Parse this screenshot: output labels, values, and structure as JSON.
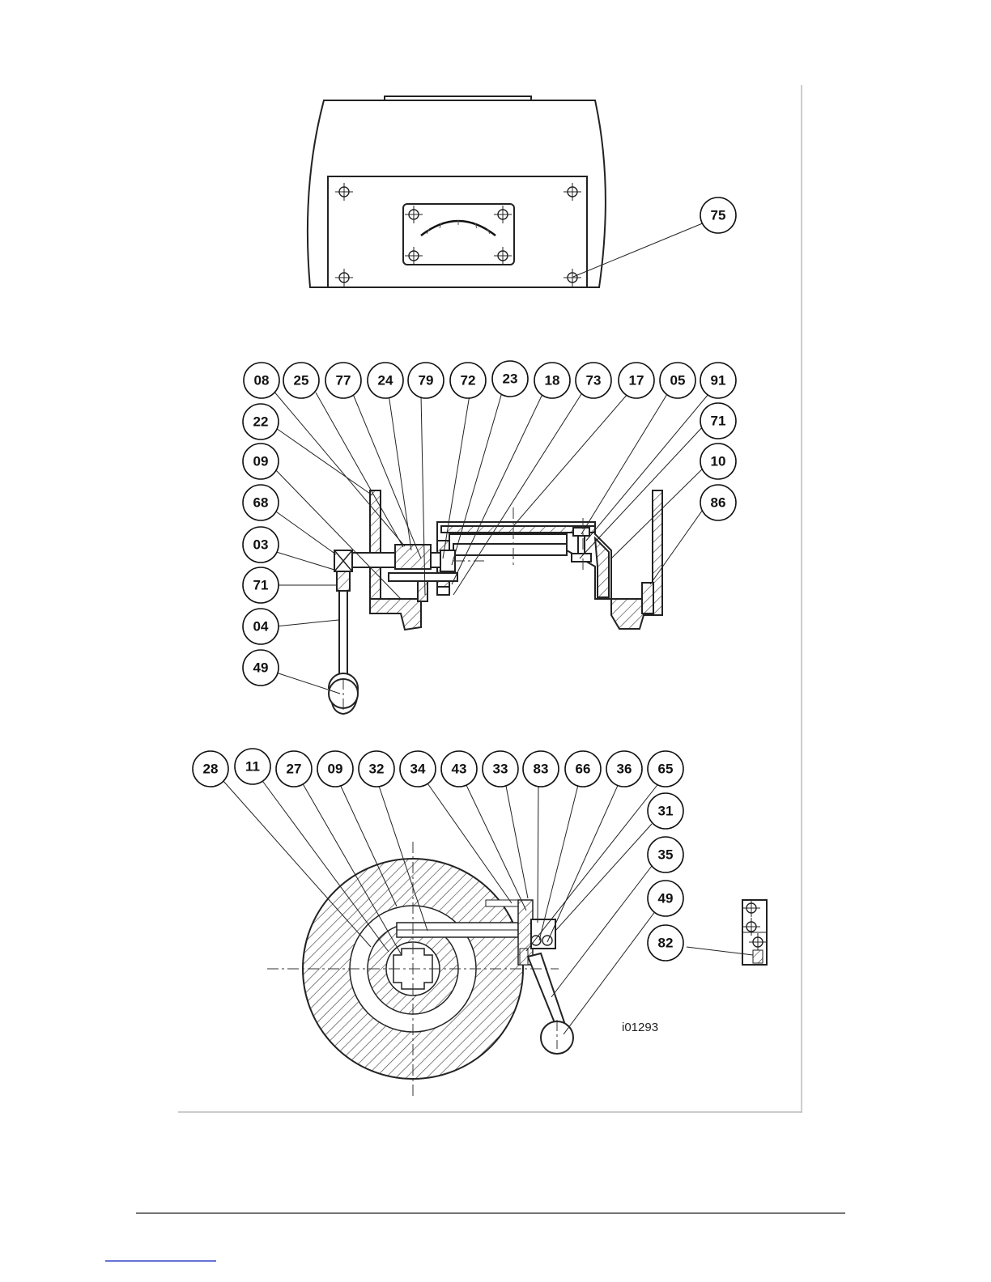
{
  "balloons": {
    "b75": "75",
    "b08": "08",
    "b25": "25",
    "b77": "77",
    "b24": "24",
    "b79": "79",
    "b72": "72",
    "b23": "23",
    "b18": "18",
    "b73": "73",
    "b17": "17",
    "b05": "05",
    "b91": "91",
    "b22": "22",
    "b09a": "09",
    "b68": "68",
    "b03": "03",
    "b71a": "71",
    "b04": "04",
    "b49a": "49",
    "b71b": "71",
    "b10": "10",
    "b86": "86",
    "b28": "28",
    "b11": "11",
    "b27": "27",
    "b09b": "09",
    "b32": "32",
    "b34": "34",
    "b43": "43",
    "b33": "33",
    "b83": "83",
    "b66": "66",
    "b36": "36",
    "b65": "65",
    "b31": "31",
    "b35": "35",
    "b49b": "49",
    "b82": "82"
  },
  "figure_id": "i01293",
  "colors": {
    "ink": "#222222",
    "paper": "#ffffff"
  }
}
